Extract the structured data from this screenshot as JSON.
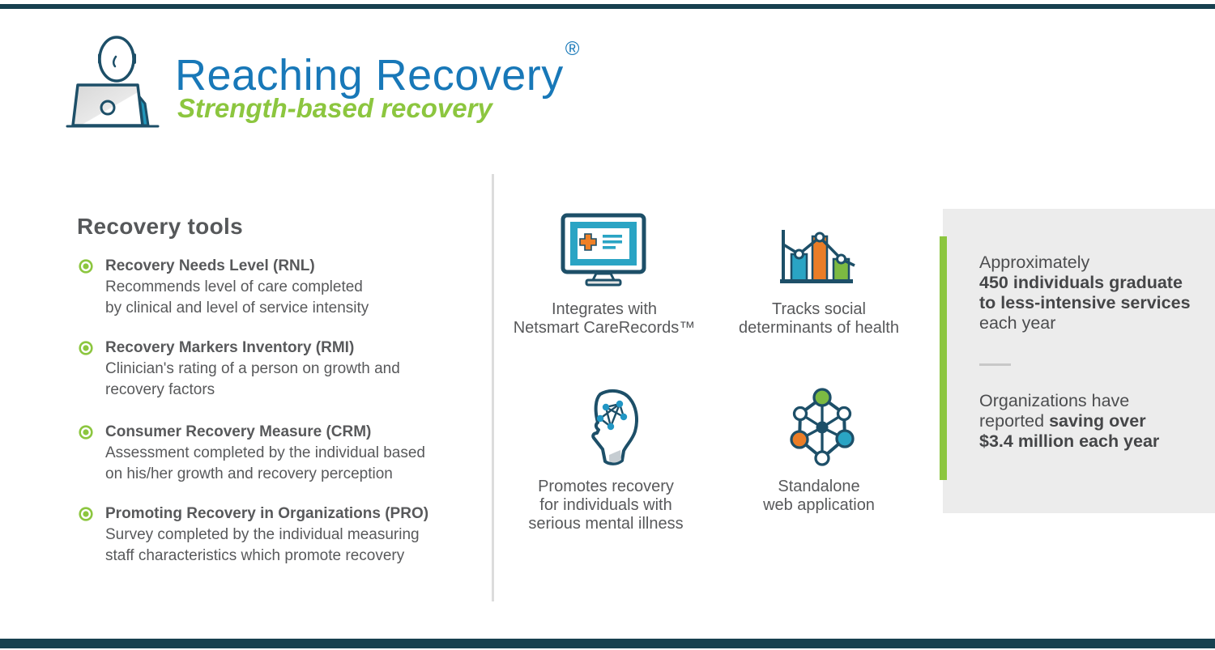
{
  "page": {
    "background": "#ffffff",
    "edge_bar_color": "#17404f"
  },
  "brand": {
    "logo_icon": "person-at-laptop-icon",
    "title": "Reaching Recovery",
    "registered_mark": "®",
    "subtitle": "Strength-based recovery",
    "title_color": "#1878b8",
    "subtitle_color": "#8cc63f"
  },
  "recovery_tools": {
    "heading": "Recovery tools",
    "bullet_icon": "target-ring-icon",
    "bullet_color": "#8cc63f",
    "items": [
      {
        "name": "Recovery Needs Level (RNL)",
        "description": "Recommends level of care completed\nby clinical and level of service intensity"
      },
      {
        "name": "Recovery Markers Inventory (RMI)",
        "description": "Clinician's rating of a person on growth and\nrecovery factors"
      },
      {
        "name": "Consumer Recovery Measure (CRM)",
        "description": "Assessment completed by the individual based\non his/her growth and recovery perception"
      },
      {
        "name": "Promoting Recovery in Organizations (PRO)",
        "description": "Survey completed by the individual measuring\nstaff characteristics which promote recovery"
      }
    ]
  },
  "features": [
    {
      "icon": "ehr-monitor-icon",
      "caption": "Integrates with\nNetsmart CareRecords™"
    },
    {
      "icon": "bar-chart-trend-icon",
      "caption": "Tracks social\ndeterminants of health"
    },
    {
      "icon": "head-neural-network-icon",
      "caption": "Promotes recovery\nfor individuals with\nserious mental illness"
    },
    {
      "icon": "web-node-network-icon",
      "caption": "Standalone\nweb application"
    }
  ],
  "stats_panel": {
    "background": "#ececec",
    "accent_color": "#8cc63f",
    "stat1": {
      "pre": "Approximately\n",
      "bold": "450 individuals graduate\nto less-intensive services",
      "post": "\neach year"
    },
    "stat2": {
      "pre": "Organizations have\nreported ",
      "bold": "saving over\n$3.4 million each year",
      "post": ""
    }
  },
  "colors": {
    "navy_outline": "#1d4f68",
    "teal": "#2aa4c4",
    "orange": "#ea7d27",
    "green": "#7cba42",
    "text_gray": "#58595b"
  }
}
